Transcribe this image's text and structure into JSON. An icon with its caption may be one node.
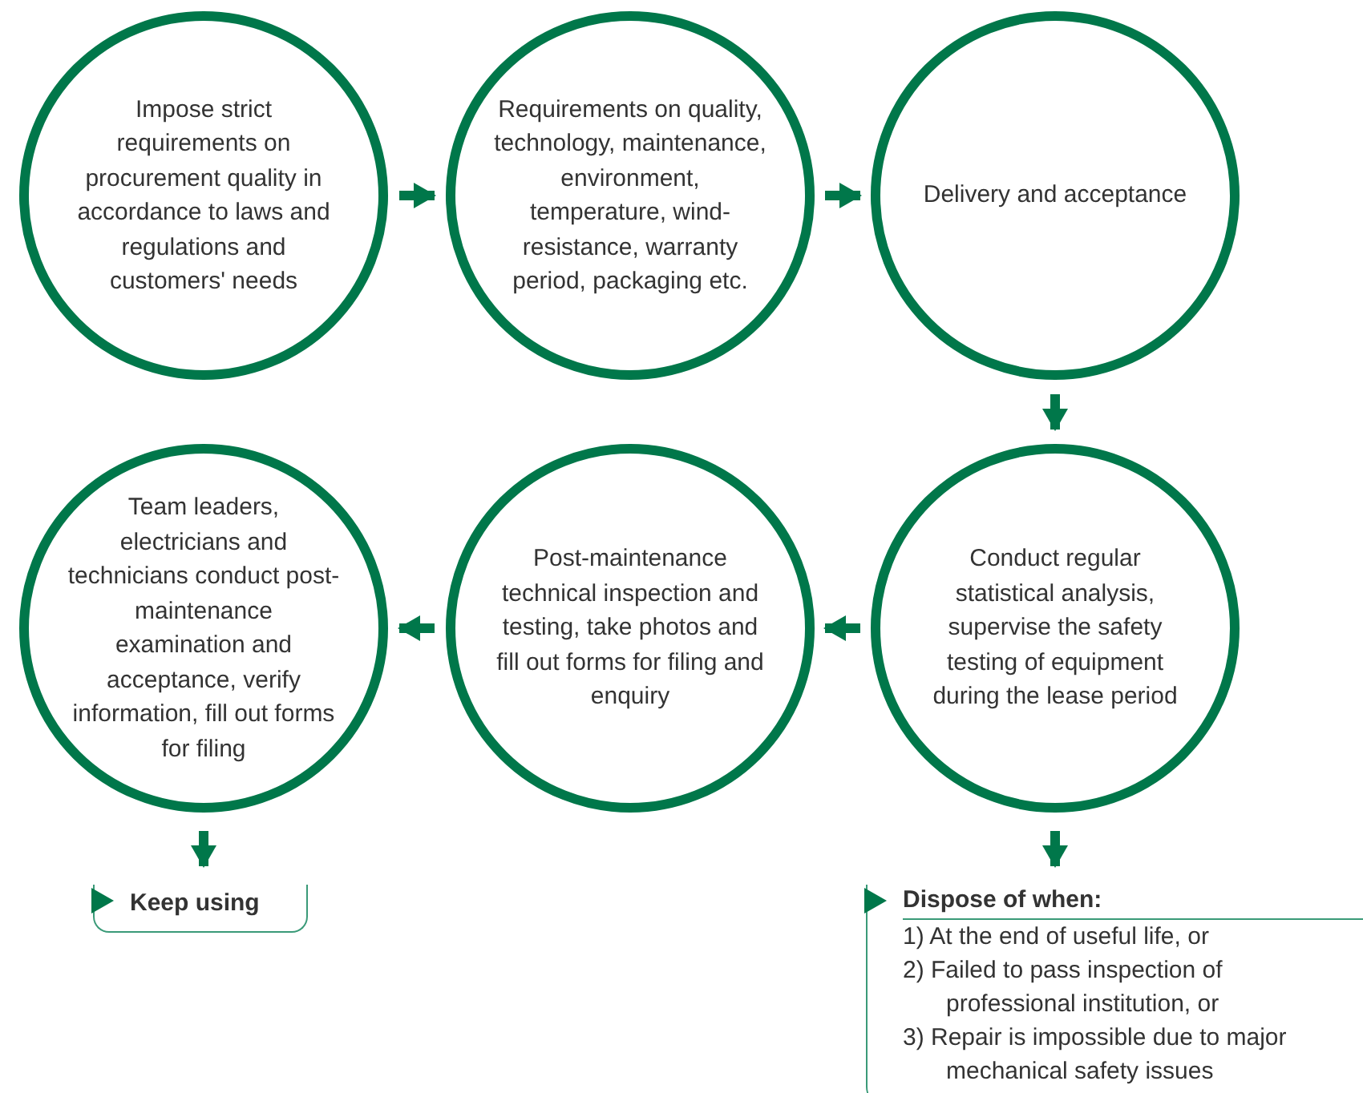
{
  "diagram": {
    "nodes": [
      {
        "text": [
          "Impose strict requirements on procurement quality in accordance to laws and regulations and customers' needs"
        ]
      },
      {
        "text": [
          "Requirements on quality, technology, maintenance, environment, temperature, wind-resistance, warranty period, packaging etc."
        ]
      },
      {
        "text": [
          "Delivery and acceptance"
        ]
      },
      {
        "text": [
          "Team leaders, electricians and technicians conduct post-maintenance examination and acceptance, verify information, fill out forms for filing"
        ]
      },
      {
        "text": [
          "Post-maintenance technical inspection and testing, take photos and fill out forms for filing and enquiry"
        ]
      },
      {
        "text": [
          "Conduct regular statistical analysis, supervise the safety testing of equipment during the lease period"
        ]
      },
      {
        "text": [
          "Keep using"
        ]
      },
      {
        "text": [
          "Dispose of when:",
          "1) At the end of useful life, or",
          "2) Failed to pass inspection of professional institution, or",
          "3) Repair is impossible due to major mechanical safety issues"
        ]
      }
    ],
    "edges": [
      {
        "from": 0,
        "to": 1,
        "arrow": "to"
      },
      {
        "from": 1,
        "to": 2,
        "arrow": "to"
      },
      {
        "from": 2,
        "to": 5,
        "arrow": "to"
      },
      {
        "from": 5,
        "to": 4,
        "arrow": "to"
      },
      {
        "from": 4,
        "to": 3,
        "arrow": "to"
      },
      {
        "from": 3,
        "to": 6,
        "arrow": "to"
      },
      {
        "from": 5,
        "to": 7,
        "arrow": "to"
      }
    ]
  }
}
